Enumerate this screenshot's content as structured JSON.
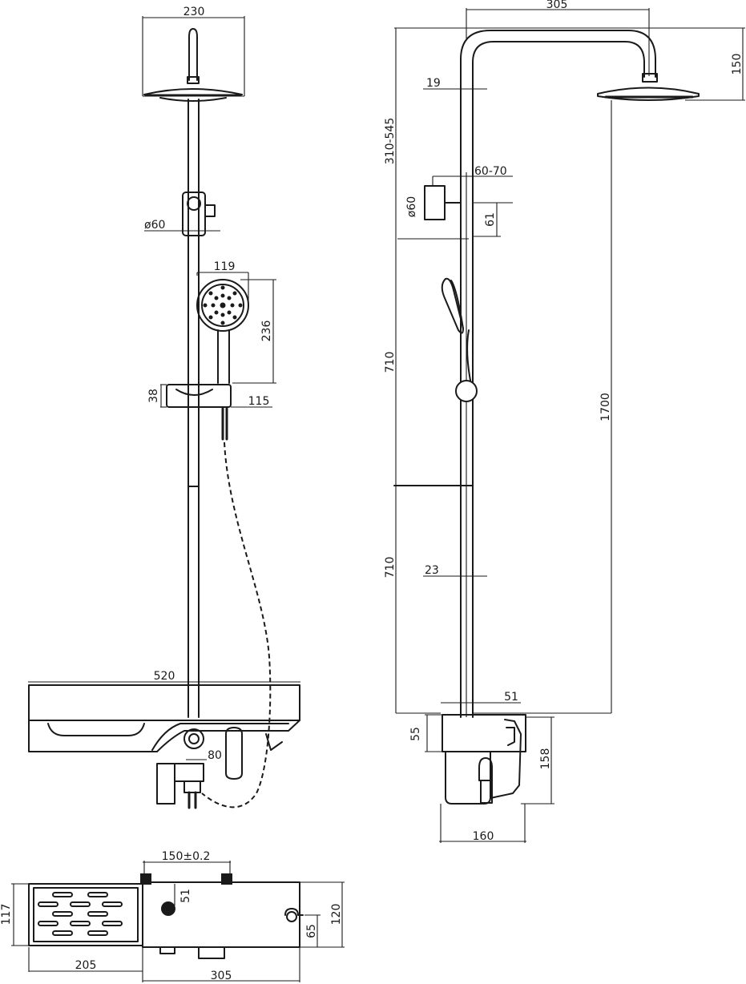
{
  "dimensions": {
    "front_head_width": "230",
    "front_holder_dia": "ø60",
    "front_handshower_width": "119",
    "front_handshower_height": "236",
    "front_slider_height": "38",
    "front_slider_offset": "115",
    "front_shelf_width": "520",
    "front_outlet_spacing": "80",
    "side_arm_reach": "305",
    "side_head_height": "150",
    "side_pipe_upper_dia": "19",
    "side_adjust_range": "310-545",
    "side_holder_span": "60-70",
    "side_holder_dia": "ø60",
    "side_holder_height": "61",
    "side_upper_section": "710",
    "side_total_height": "1700",
    "side_lower_section": "710",
    "side_pipe_lower_dia": "23",
    "side_body_depth": "51",
    "side_body_top": "55",
    "side_body_height": "158",
    "side_body_width": "160",
    "top_inlet_spacing": "150±0.2",
    "top_knob_offset": "51",
    "top_shelf_depth": "117",
    "top_body_depth": "120",
    "top_handle_offset": "65",
    "top_shelf_width": "205",
    "top_body_width": "305"
  }
}
